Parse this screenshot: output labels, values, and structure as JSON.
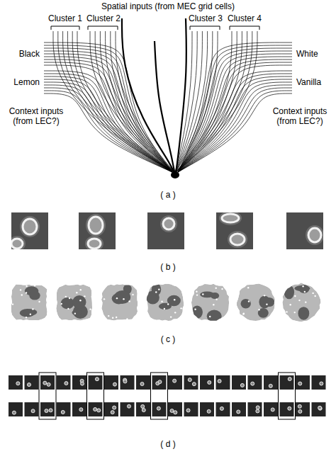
{
  "diagram": {
    "labels": [
      "Spatial inputs (from MEC grid cells)",
      "Cluster 1",
      "Cluster 2",
      "Cluster 3",
      "Cluster 4",
      "Black",
      "Lemon",
      "Context inputs (from LEC?)",
      "White",
      "Vanilla",
      "Context inputs (from LEC?)",
      "( a )",
      "( b )",
      "( c )",
      "( d )"
    ]
  }
}
